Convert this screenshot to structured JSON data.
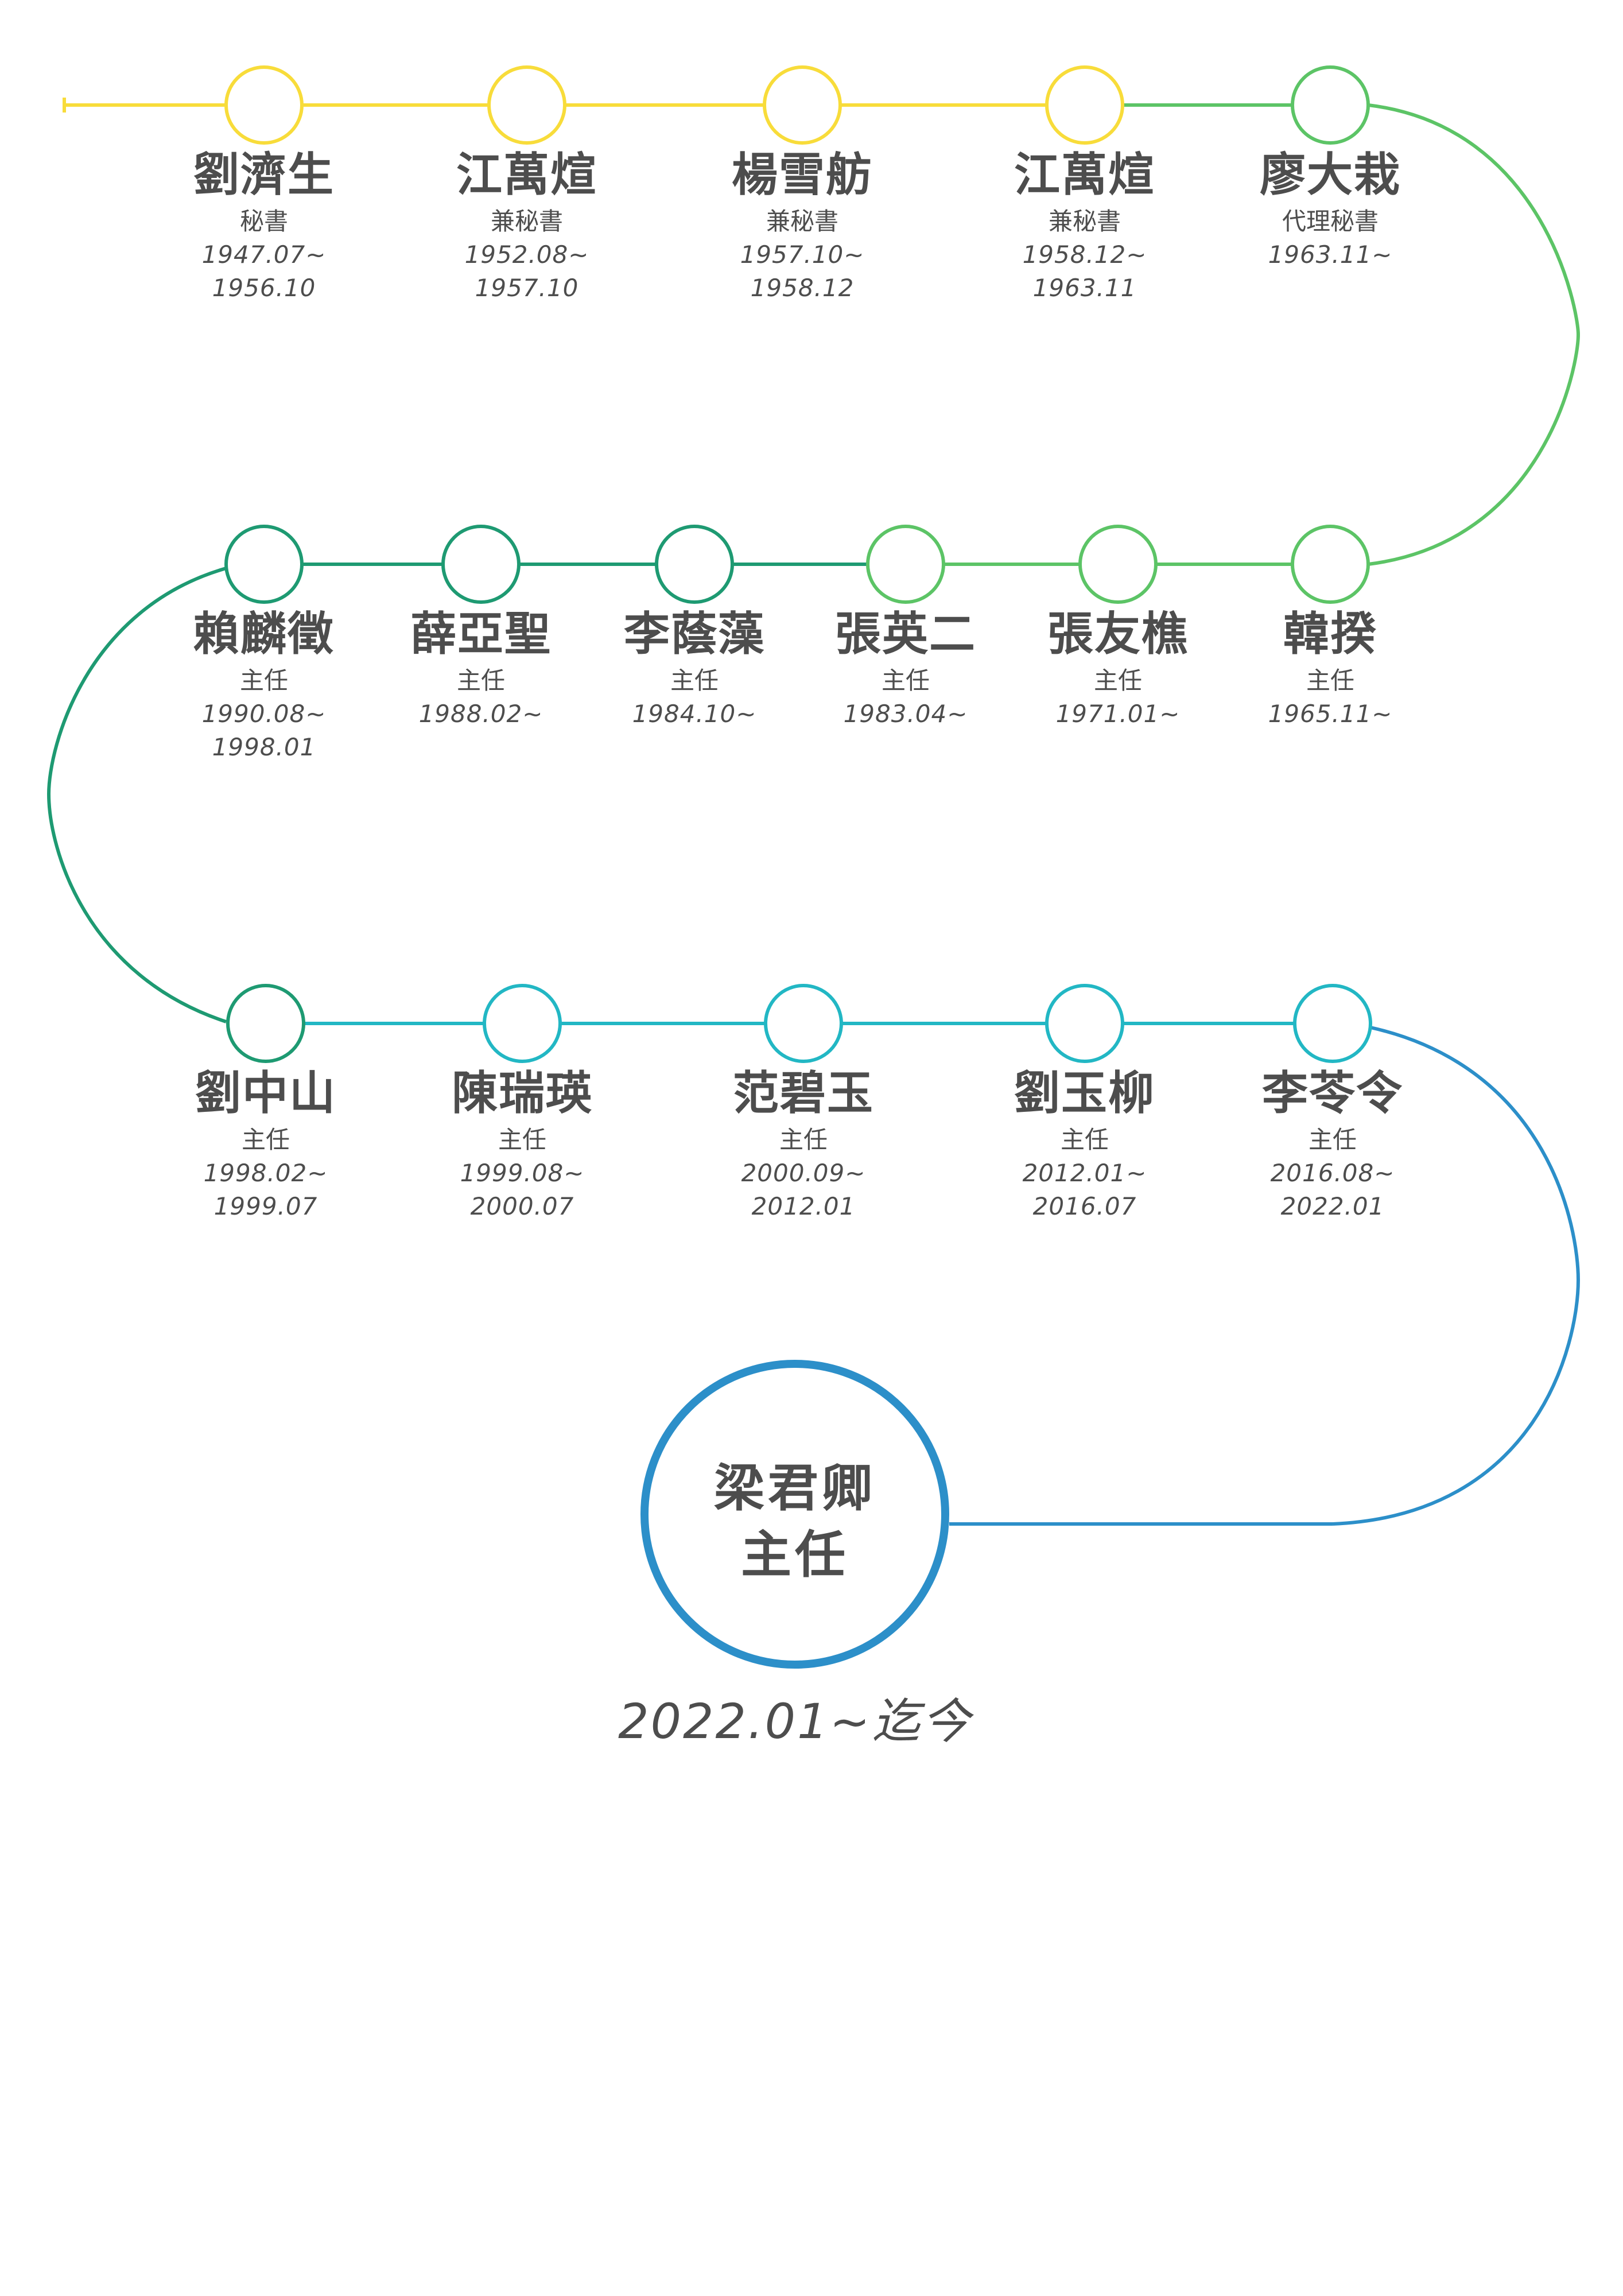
{
  "colors": {
    "yellow": "#f8dc3a",
    "light_green": "#5cc466",
    "dark_green": "#1e9a72",
    "teal": "#22b7c4",
    "blue": "#2c8fc9",
    "text": "#4d4d4d"
  },
  "nodes": [
    {
      "name": "劉濟生",
      "role": "秘書",
      "date_start": "1947.07~",
      "date_end": "1956.10",
      "color": "#f8dc3a"
    },
    {
      "name": "江萬煊",
      "role": "兼秘書",
      "date_start": "1952.08~",
      "date_end": "1957.10",
      "color": "#f8dc3a"
    },
    {
      "name": "楊雪舫",
      "role": "兼秘書",
      "date_start": "1957.10~",
      "date_end": "1958.12",
      "color": "#f8dc3a"
    },
    {
      "name": "江萬煊",
      "role": "兼秘書",
      "date_start": "1958.12~",
      "date_end": "1963.11",
      "color": "#f8dc3a"
    },
    {
      "name": "廖大栽",
      "role": "代理秘書",
      "date_start": "1963.11~",
      "date_end": "",
      "color": "#5cc466"
    },
    {
      "name": "韓揆",
      "role": "主任",
      "date_start": "1965.11~",
      "date_end": "",
      "color": "#5cc466"
    },
    {
      "name": "張友樵",
      "role": "主任",
      "date_start": "1971.01~",
      "date_end": "",
      "color": "#5cc466"
    },
    {
      "name": "張英二",
      "role": "主任",
      "date_start": "1983.04~",
      "date_end": "",
      "color": "#5cc466"
    },
    {
      "name": "李蔭藻",
      "role": "主任",
      "date_start": "1984.10~",
      "date_end": "",
      "color": "#1e9a72"
    },
    {
      "name": "薛亞聖",
      "role": "主任",
      "date_start": "1988.02~",
      "date_end": "",
      "color": "#1e9a72"
    },
    {
      "name": "賴麟徵",
      "role": "主任",
      "date_start": "1990.08~",
      "date_end": "1998.01",
      "color": "#1e9a72"
    },
    {
      "name": "劉中山",
      "role": "主任",
      "date_start": "1998.02~",
      "date_end": "1999.07",
      "color": "#1e9a72"
    },
    {
      "name": "陳瑞瑛",
      "role": "主任",
      "date_start": "1999.08~",
      "date_end": "2000.07",
      "color": "#22b7c4"
    },
    {
      "name": "范碧玉",
      "role": "主任",
      "date_start": "2000.09~",
      "date_end": "2012.01",
      "color": "#22b7c4"
    },
    {
      "name": "劉玉柳",
      "role": "主任",
      "date_start": "2012.01~",
      "date_end": "2016.07",
      "color": "#22b7c4"
    },
    {
      "name": "李苓令",
      "role": "主任",
      "date_start": "2016.08~",
      "date_end": "2022.01",
      "color": "#22b7c4"
    }
  ],
  "current": {
    "name": "梁君卿",
    "role": "主任",
    "date": "2022.01~迄今",
    "color": "#2c8fc9"
  }
}
